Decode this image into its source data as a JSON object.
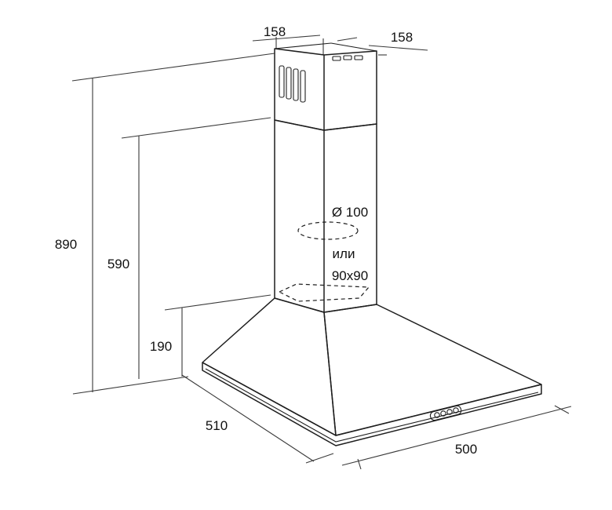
{
  "labels": {
    "chimney_width": "158",
    "chimney_depth": "158",
    "total_height": "890",
    "mount_height": "590",
    "hood_height": "190",
    "hood_depth": "510",
    "hood_width": "500",
    "duct_round": "Ø 100",
    "duct_or": "или",
    "duct_square": "90x90"
  },
  "colors": {
    "line": "#1e1e1e",
    "text": "#111111",
    "background": "#ffffff"
  }
}
